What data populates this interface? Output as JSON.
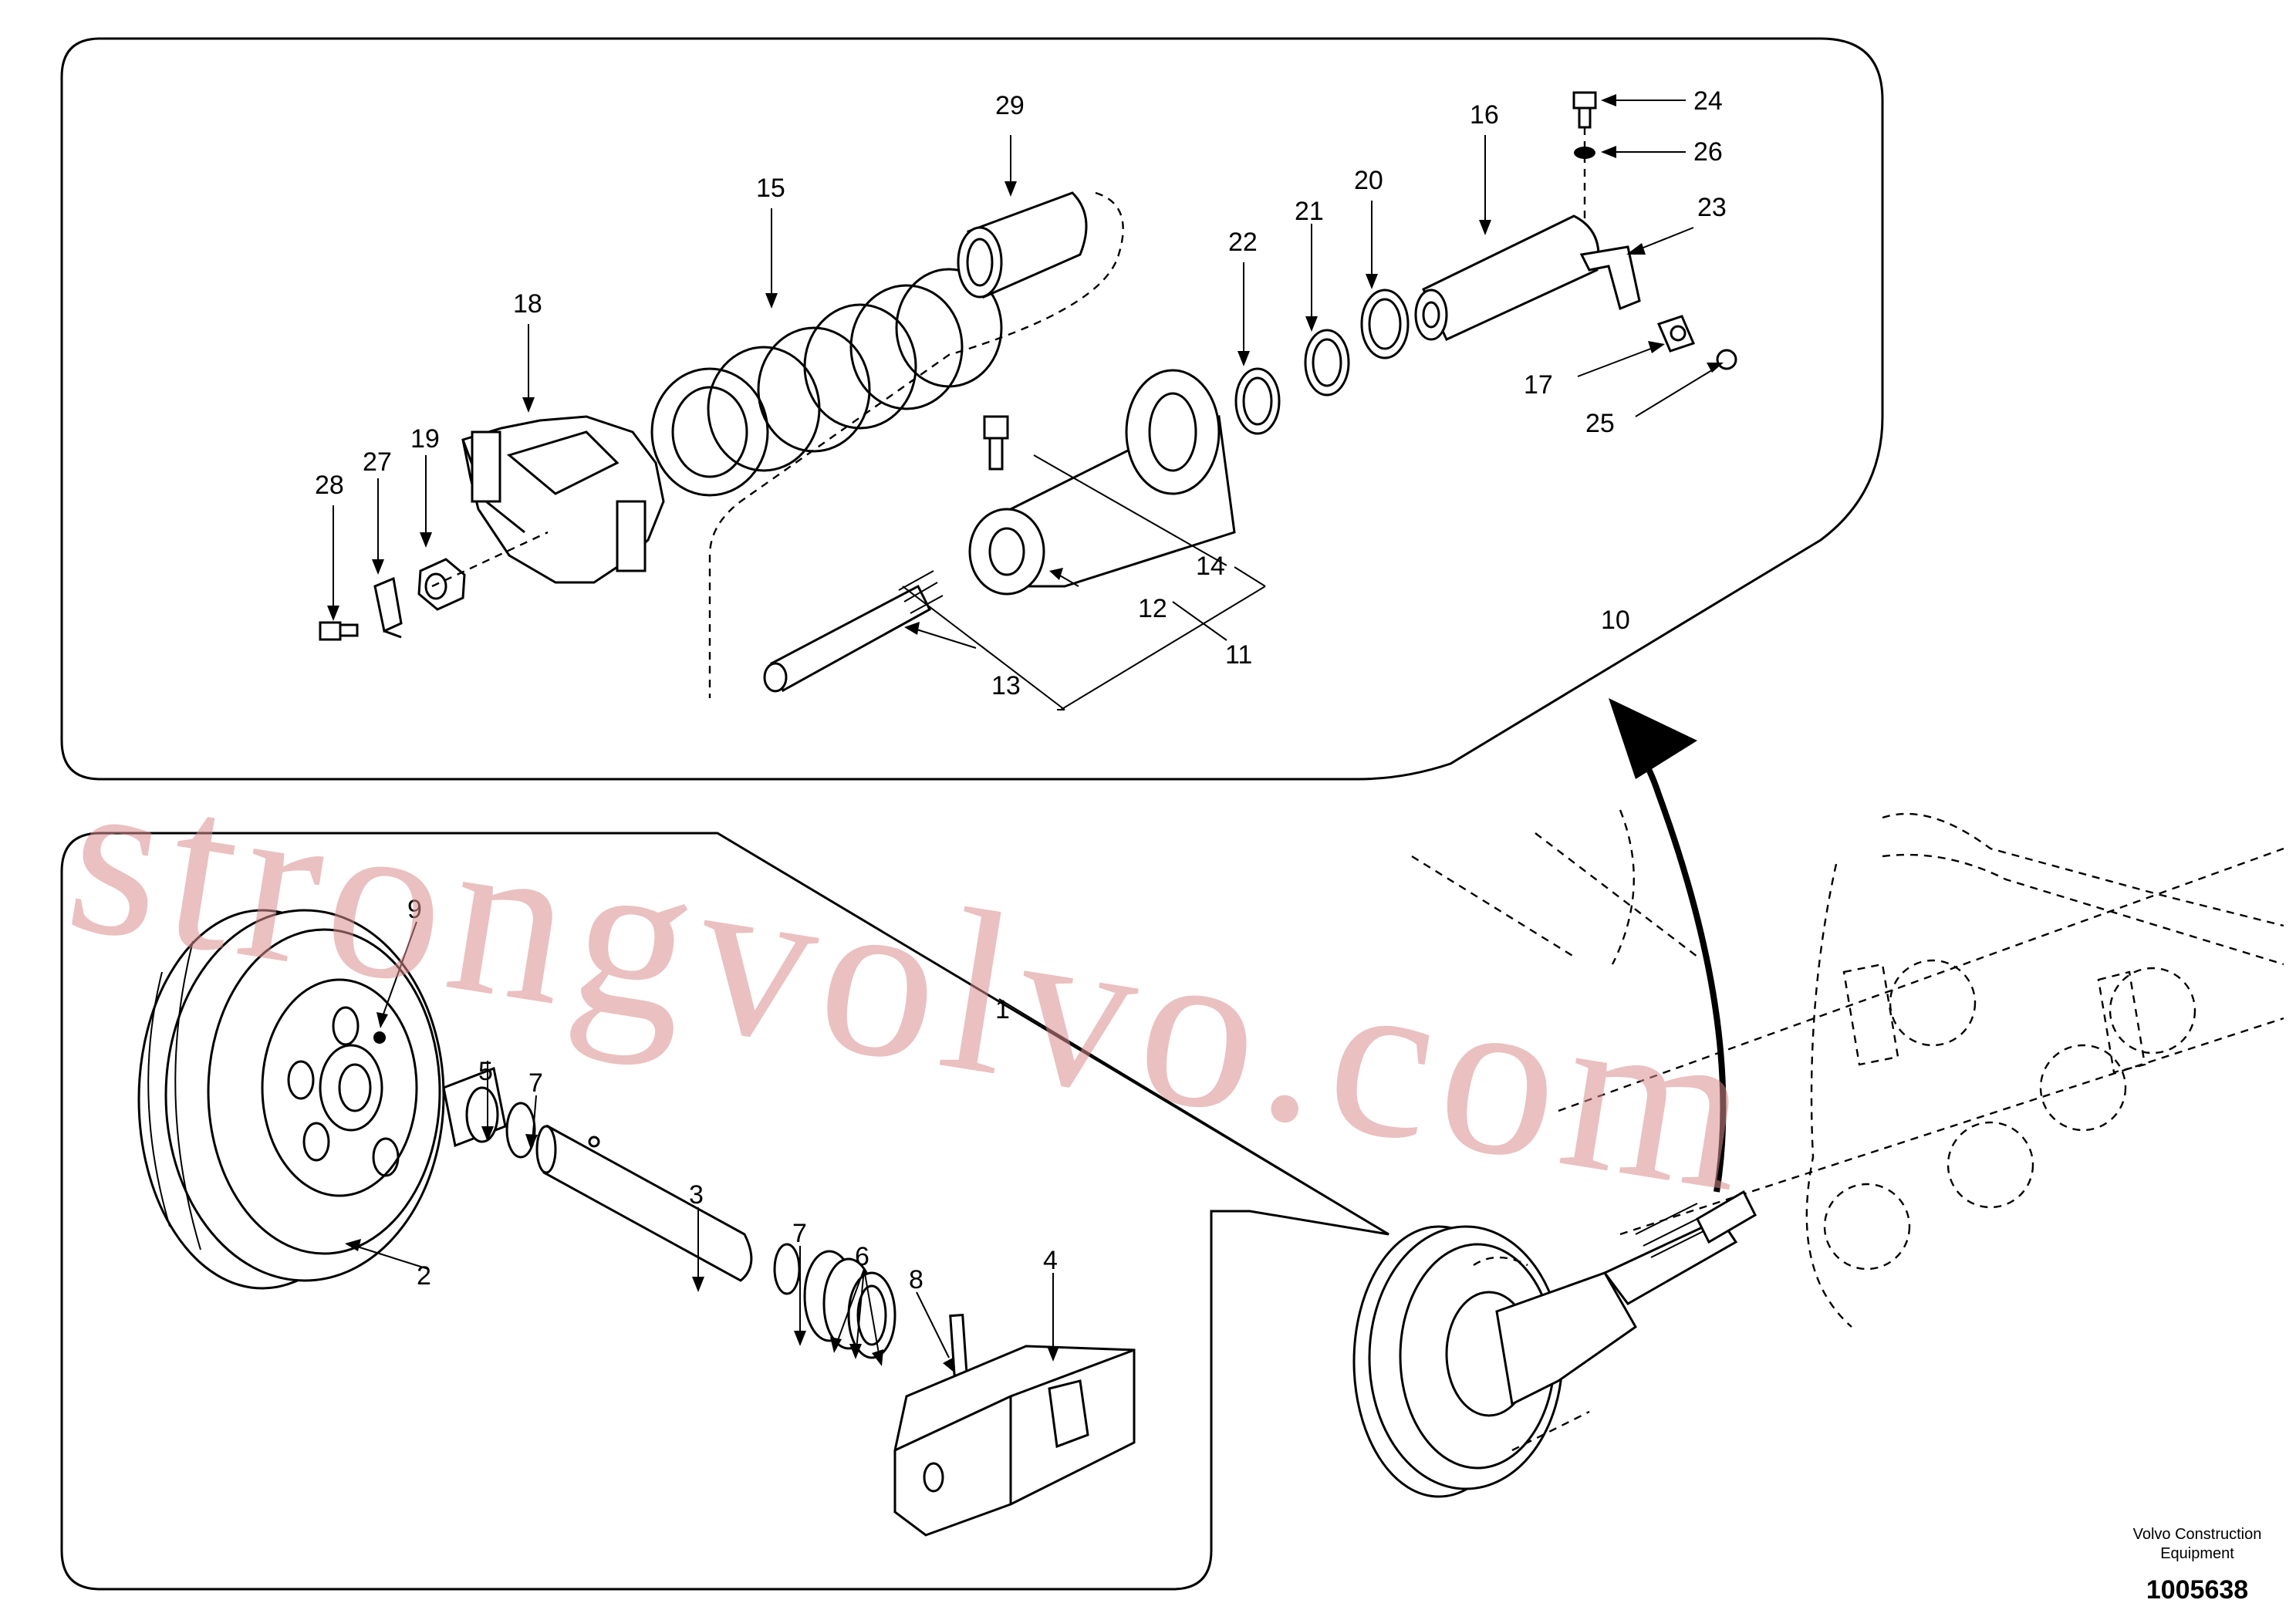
{
  "callouts": {
    "c1": "1",
    "c2": "2",
    "c3": "3",
    "c4": "4",
    "c5": "5",
    "c6": "6",
    "c7a": "7",
    "c7b": "7",
    "c8": "8",
    "c9": "9",
    "c10": "10",
    "c11": "11",
    "c12": "12",
    "c13": "13",
    "c14": "14",
    "c15": "15",
    "c16": "16",
    "c17": "17",
    "c18": "18",
    "c19": "19",
    "c20": "20",
    "c21": "21",
    "c22": "22",
    "c23": "23",
    "c24": "24",
    "c25": "25",
    "c26": "26",
    "c27": "27",
    "c28": "28",
    "c29": "29"
  },
  "footer": {
    "brand_line1": "Volvo Construction",
    "brand_line2": "Equipment",
    "figure_number": "1005638"
  },
  "watermark": {
    "text": "strongvolvo.com",
    "color": "#d98d8d"
  }
}
